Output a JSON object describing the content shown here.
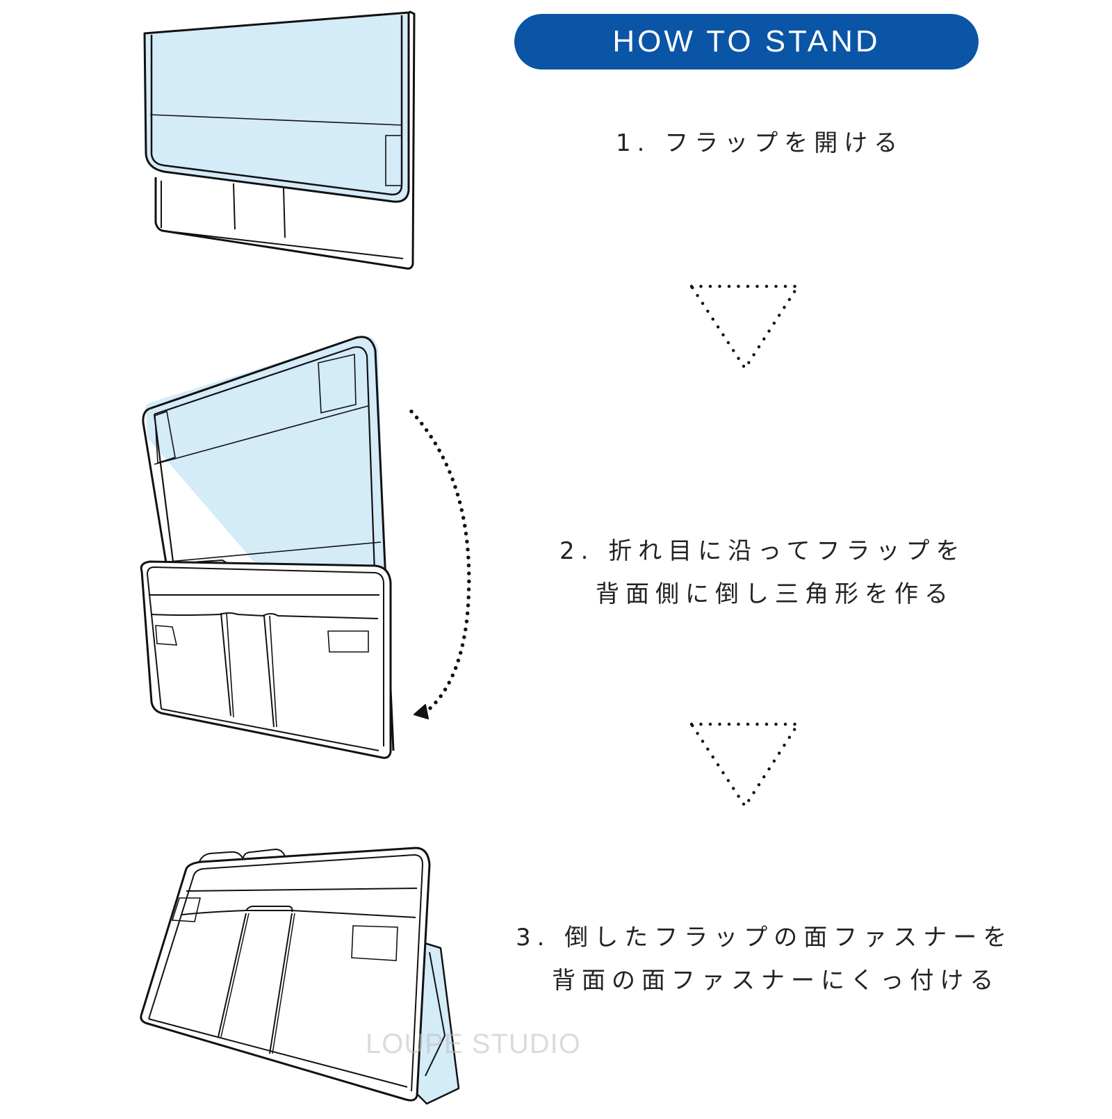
{
  "header": {
    "title": "HOW TO STAND",
    "background_color": "#0a55a6",
    "text_color": "#ffffff"
  },
  "steps": [
    {
      "number": "1.",
      "lines": [
        "1. フラップを開ける"
      ],
      "illustration": "folder-closed-flap"
    },
    {
      "number": "2.",
      "lines": [
        "2. 折れ目に沿ってフラップを",
        "背面側に倒し三角形を作る"
      ],
      "illustration": "folder-flap-open-with-rotate-arrow"
    },
    {
      "number": "3.",
      "lines": [
        "3. 倒したフラップの面ファスナーを",
        "背面の面ファスナーにくっ付ける"
      ],
      "illustration": "folder-standing-triangle"
    }
  ],
  "arrows": [
    {
      "icon": "dotted-down-triangle-icon",
      "between": "step-1-and-2"
    },
    {
      "icon": "dotted-down-triangle-icon",
      "between": "step-2-and-3"
    }
  ],
  "colors": {
    "flap_fill": "#d4ebf8",
    "outline": "#111111",
    "text": "#222222"
  },
  "watermark": "LOUPE STUDIO"
}
